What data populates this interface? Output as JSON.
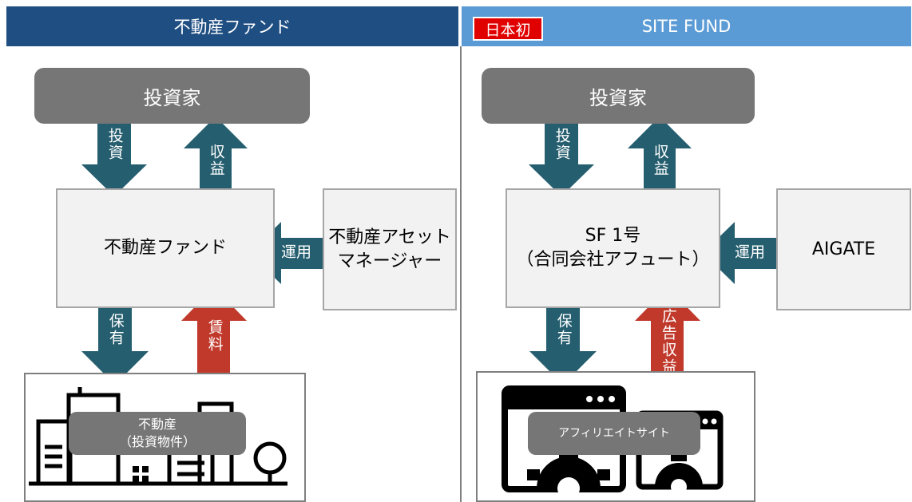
{
  "left": {
    "header": "不動産ファンド",
    "investor": "投資家",
    "invest_label": "投資",
    "return_label": "収益",
    "fund_box": "不動産ファンド",
    "manager_box": [
      "不動産アセット",
      "マネージャー"
    ],
    "operate_label": "運用",
    "hold_label": "保有",
    "rent_label": "賃料",
    "asset_label": [
      "不動産",
      "（投資物件）"
    ]
  },
  "right": {
    "badge": "日本初",
    "header": "SITE FUND",
    "investor": "投資家",
    "invest_label": "投資",
    "return_label": "収益",
    "fund_box": [
      "SF 1号",
      "（合同会社アフュート）"
    ],
    "manager_box": "AIGATE",
    "operate_label": "運用",
    "hold_label": "保有",
    "revenue_label": "広告収益",
    "asset_label": "アフィリエイトサイト"
  },
  "colors": {
    "header_left": "#1f4e82",
    "header_right": "#5b9bd5",
    "arrow_teal": "#255e6f",
    "arrow_red": "#c0392b",
    "badge_red": "#e00000",
    "gray_box": "#767676"
  },
  "icons": [
    "buildings-icon",
    "browser-window-icon",
    "gear-icon"
  ]
}
